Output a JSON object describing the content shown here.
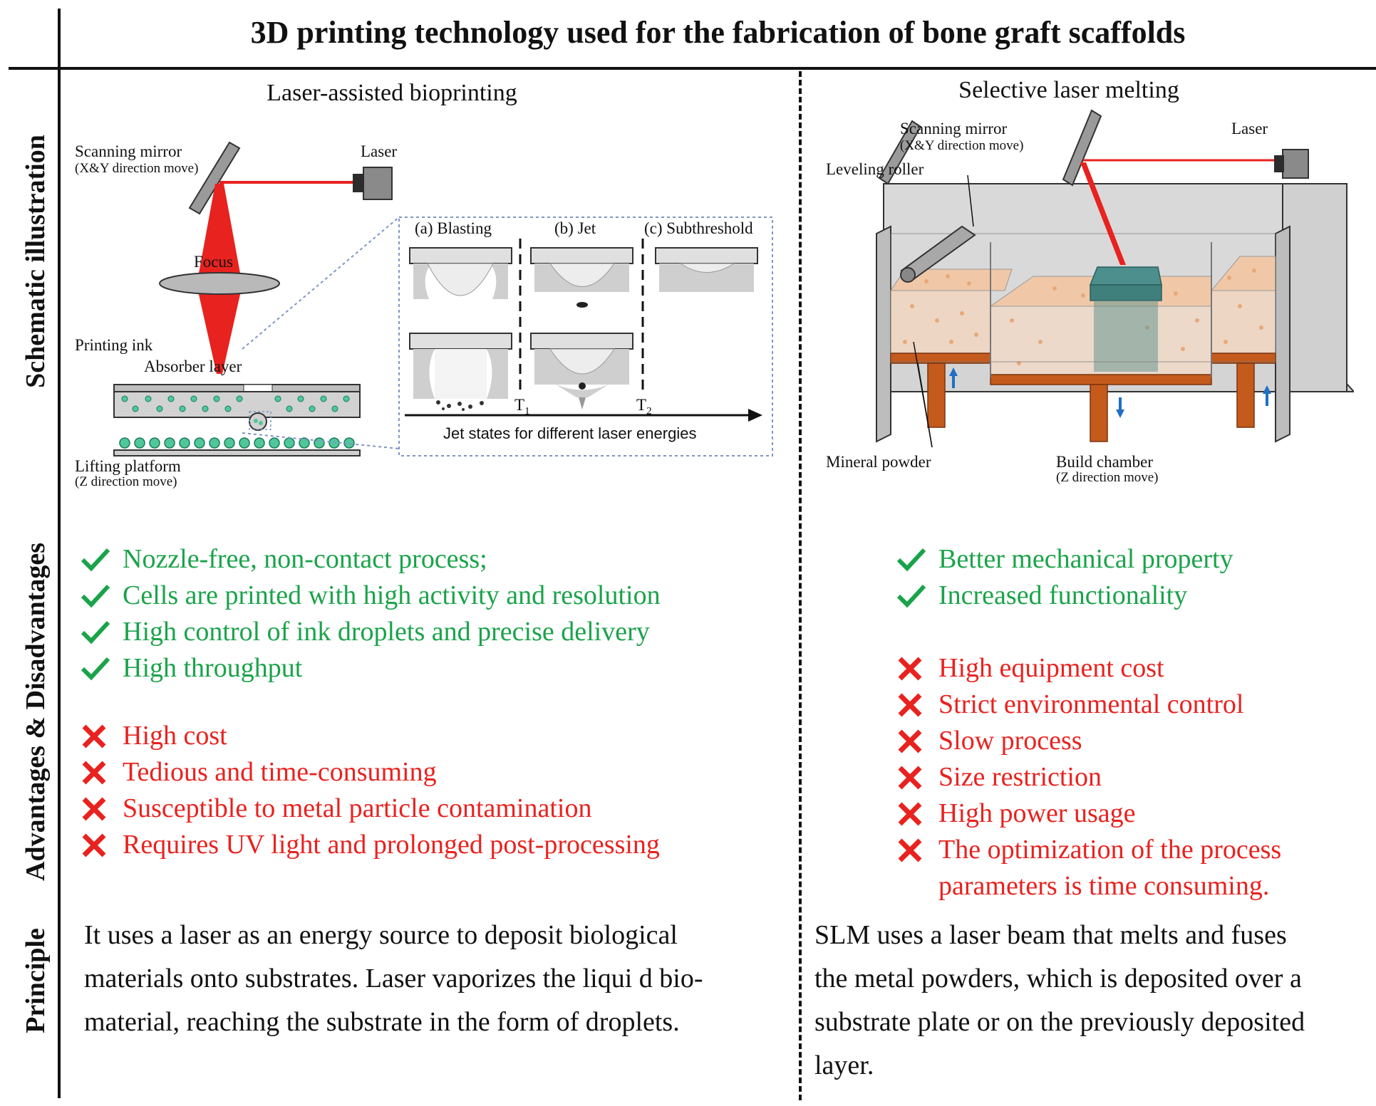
{
  "title": "3D printing technology used for the fabrication of bone graft scaffolds",
  "row_labels": {
    "schematic": "Schematic illustration",
    "advantages": "Advantages & Disadvantages",
    "principle": "Principle"
  },
  "laser_assisted": {
    "heading": "Laser-assisted bioprinting",
    "diagram": {
      "scanning_mirror": "Scanning mirror",
      "scanning_mirror_sub": "(X&Y direction move)",
      "laser": "Laser",
      "focus": "Focus",
      "printing_ink": "Printing ink",
      "absorber_layer": "Absorber layer",
      "lifting_platform": "Lifting platform",
      "lifting_platform_sub": "(Z direction move)",
      "state_a": "(a) Blasting",
      "state_b": "(b) Jet",
      "state_c": "(c) Subthreshold",
      "t1": "T",
      "t1_sub": "1",
      "t2": "T",
      "t2_sub": "2",
      "axis_label": "Jet states for different laser energies"
    },
    "advantages": [
      "Nozzle-free, non-contact process;",
      "Cells are printed with high activity and  resolution",
      "High control of ink droplets and precise delivery",
      "High throughput"
    ],
    "disadvantages": [
      "High cost",
      "Tedious and time-consuming",
      "Susceptible to metal particle contamination",
      "Requires UV light and prolonged post-processing"
    ],
    "principle_lines": [
      "It uses a laser as an energy source to deposit biological",
      "materials onto substrates. Laser vaporizes the liqui d bio-",
      "material, reaching the substrate in the form of droplets."
    ]
  },
  "slm": {
    "heading": "Selective laser melting",
    "diagram": {
      "scanning_mirror": "Scanning mirror",
      "scanning_mirror_sub": "(X&Y direction move)",
      "laser": "Laser",
      "leveling_roller": "Leveling roller",
      "mineral_powder": "Mineral powder",
      "build_chamber": "Build chamber",
      "build_chamber_sub": "(Z direction move)"
    },
    "advantages": [
      "Better mechanical property",
      "Increased functionality"
    ],
    "disadvantages": [
      "High equipment cost",
      "Strict environmental control",
      "Slow process",
      "Size restriction",
      "High power usage",
      "The optimization of the process",
      "parameters is time consuming."
    ],
    "principle_lines": [
      "SLM uses a laser beam that melts and fuses",
      "the metal powders, which is deposited over a",
      "substrate plate or on the previously deposited",
      "layer."
    ]
  },
  "colors": {
    "advantage": "#1aa34a",
    "disadvantage": "#e8221f",
    "laser_beam": "#e8221f",
    "dashed_box": "#7f95c4",
    "powder": "#e8a878",
    "platform": "#c45a1c",
    "arrow_blue": "#1f6fc4"
  },
  "icons": {
    "advantage": "check-icon",
    "disadvantage": "cross-icon"
  }
}
